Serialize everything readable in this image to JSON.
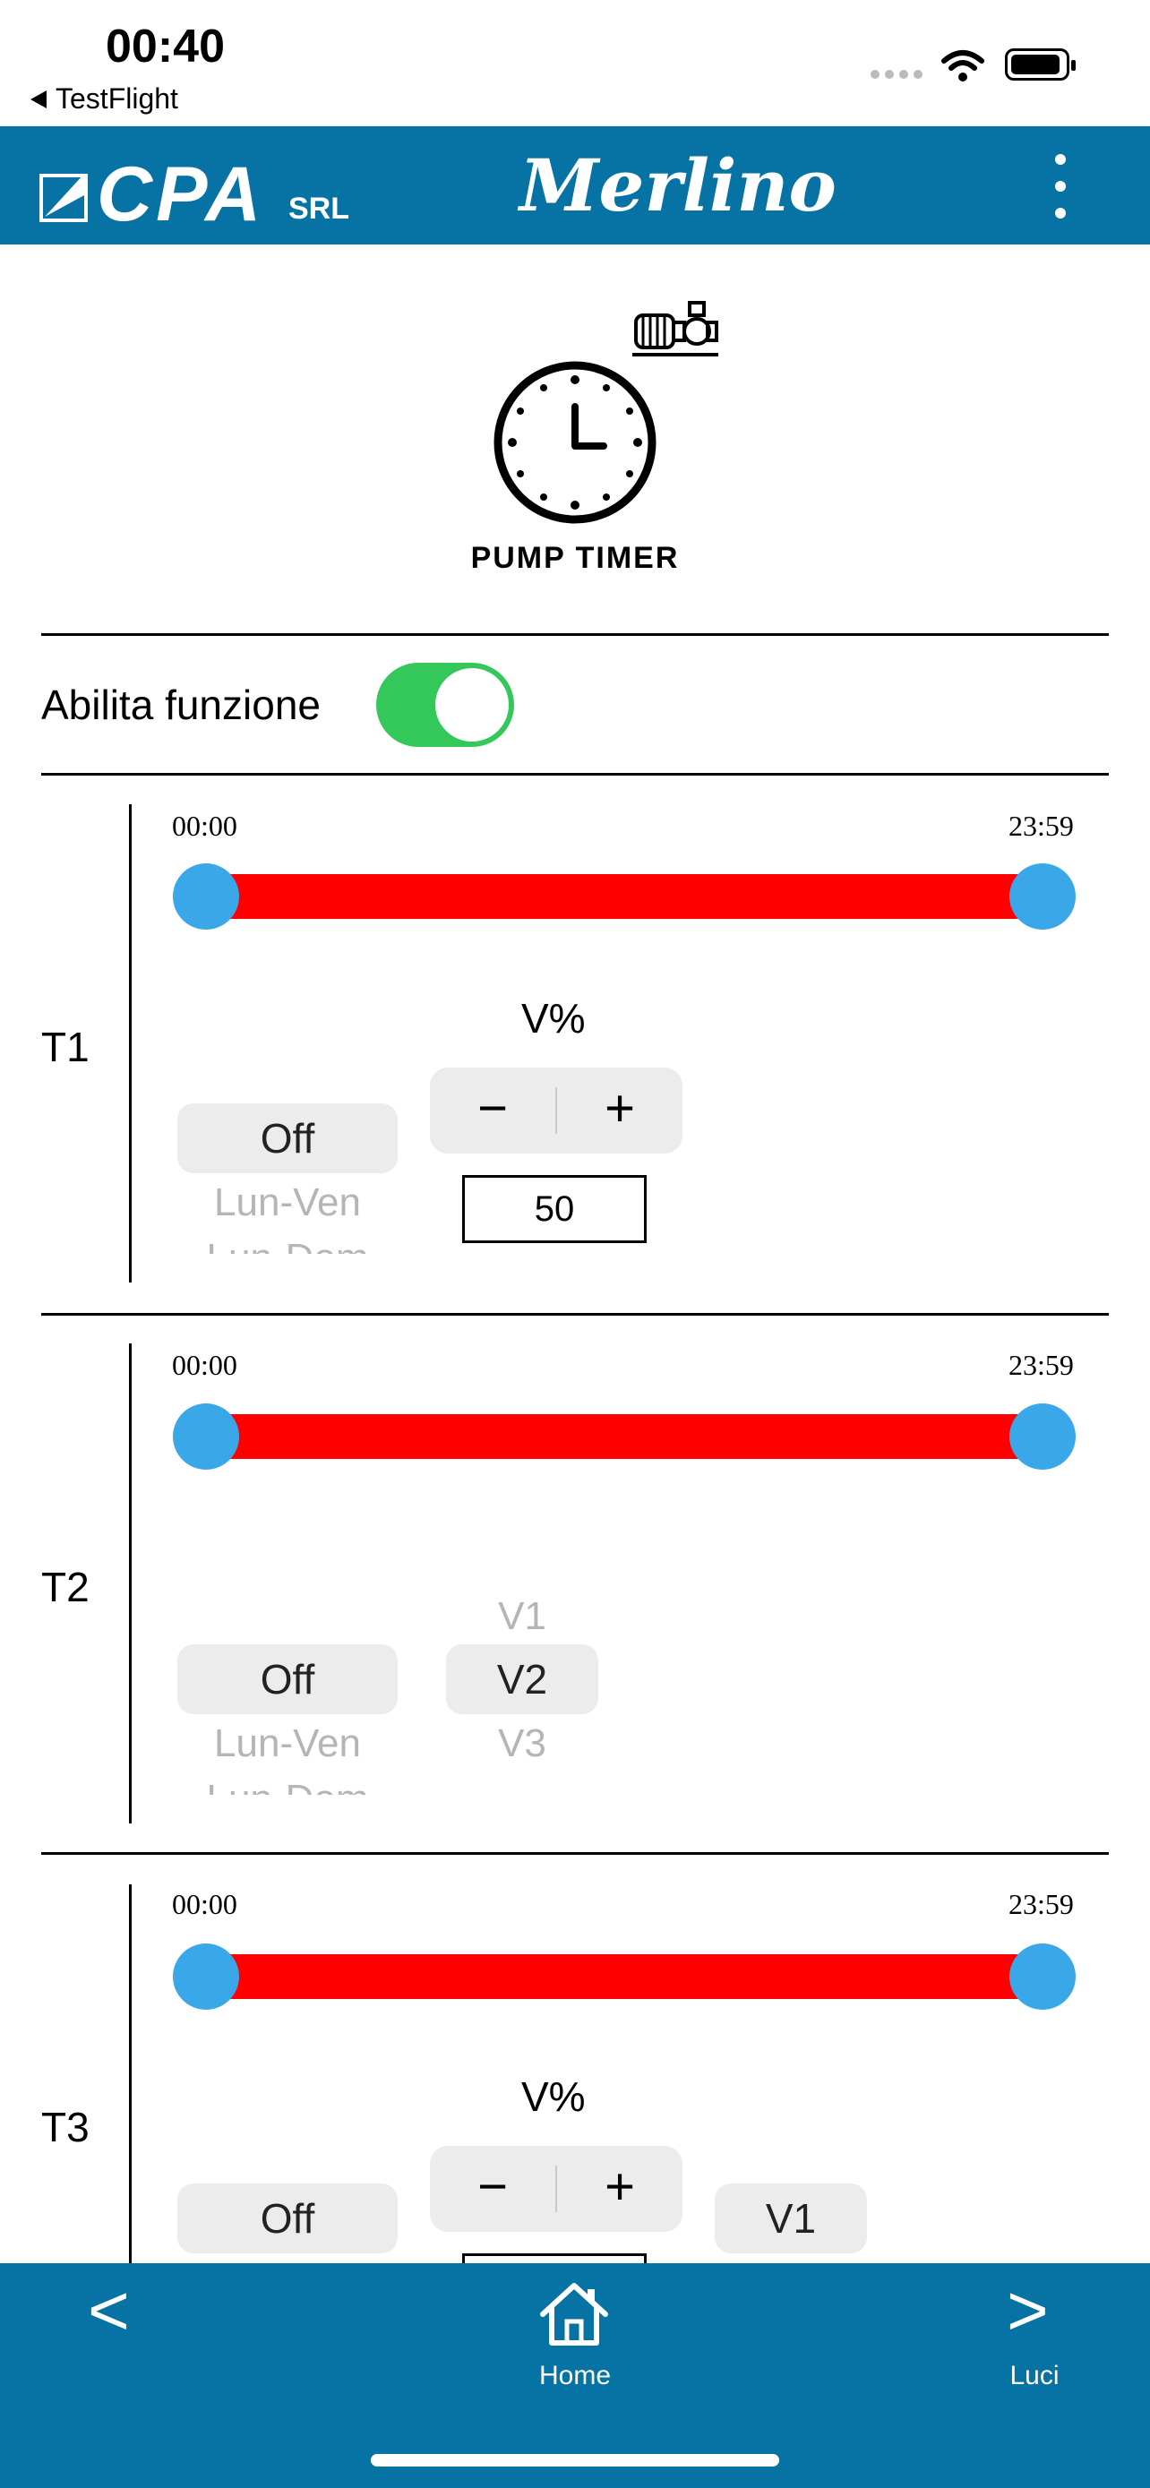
{
  "status": {
    "time": "00:40",
    "back_label": "TestFlight"
  },
  "header": {
    "logo": "CPA",
    "logo_suffix": "SRL",
    "brand": "Merlino"
  },
  "hero": {
    "title": "PUMP TIMER"
  },
  "enable": {
    "label": "Abilita funzione",
    "on": true,
    "accent": "#34c759"
  },
  "timers": [
    {
      "label": "T1",
      "start": "00:00",
      "end": "23:59",
      "v_label": "V%",
      "minus": "−",
      "plus": "+",
      "value": "50",
      "days_selected": "Off",
      "days_next": "Lun-Ven",
      "days_next2": "Lun-Dom"
    },
    {
      "label": "T2",
      "start": "00:00",
      "end": "23:59",
      "days_selected": "Off",
      "days_next": "Lun-Ven",
      "days_next2": "Lun-Dom",
      "speed_prev": "V1",
      "speed_selected": "V2",
      "speed_next": "V3"
    },
    {
      "label": "T3",
      "start": "00:00",
      "end": "23:59",
      "v_label": "V%",
      "minus": "−",
      "plus": "+",
      "days_selected": "Off",
      "speed_selected": "V1"
    }
  ],
  "nav": {
    "prev": "<",
    "home": "Home",
    "next": ">",
    "next_label": "Luci"
  },
  "colors": {
    "header": "#0673a4",
    "track": "#ff0000",
    "handle": "#3aa7e8"
  }
}
